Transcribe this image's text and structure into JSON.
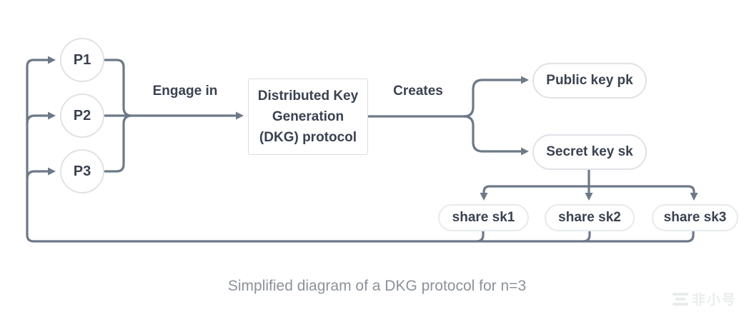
{
  "diagram": {
    "type": "flow-diagram",
    "caption": "Simplified diagram of a DKG protocol for n=3",
    "participants": [
      {
        "id": "p1",
        "label": "P1"
      },
      {
        "id": "p2",
        "label": "P2"
      },
      {
        "id": "p3",
        "label": "P3"
      }
    ],
    "labels": {
      "engage_in": "Engage in",
      "creates": "Creates"
    },
    "protocol_box": {
      "label": "Distributed Key Generation (DKG) protocol",
      "lines": [
        "Distributed Key",
        "Generation",
        "(DKG) protocol"
      ]
    },
    "outputs": [
      {
        "id": "public-key",
        "label": "Public key pk"
      },
      {
        "id": "secret-key",
        "label": "Secret key sk"
      }
    ],
    "shares": [
      {
        "id": "share-sk1",
        "label": "share sk1"
      },
      {
        "id": "share-sk2",
        "label": "share sk2"
      },
      {
        "id": "share-sk3",
        "label": "share sk3"
      }
    ],
    "watermark": "非小号",
    "colors": {
      "connector": "#6e7987",
      "node_text": "#3a4250",
      "node_border": "#dfe2e6",
      "box_border": "#d9dce0",
      "caption_text": "#8b9299",
      "watermark": "#e9eced",
      "background": "#ffffff"
    }
  }
}
